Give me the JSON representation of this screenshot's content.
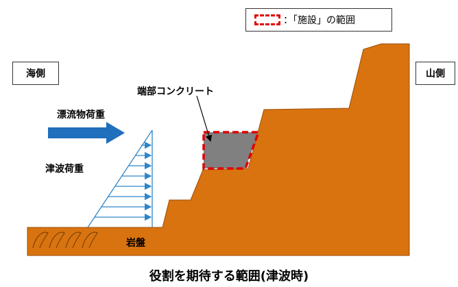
{
  "legend": {
    "text": "：「施設」の範囲",
    "swatch_color": "#e00000"
  },
  "labels": {
    "sea_side": "海側",
    "mountain_side": "山側",
    "end_concrete": "端部コンクリート",
    "drift_load": "漂流物荷重",
    "tsunami_load": "津波荷重",
    "bedrock": "岩盤",
    "caption": "役割を期待する範囲(津波時)"
  },
  "colors": {
    "ground": "#d9730f",
    "concrete": "#808080",
    "facility_border": "#e00000",
    "load_arrows": "#2e86c9",
    "drift_arrow": "#1f6fbd"
  }
}
